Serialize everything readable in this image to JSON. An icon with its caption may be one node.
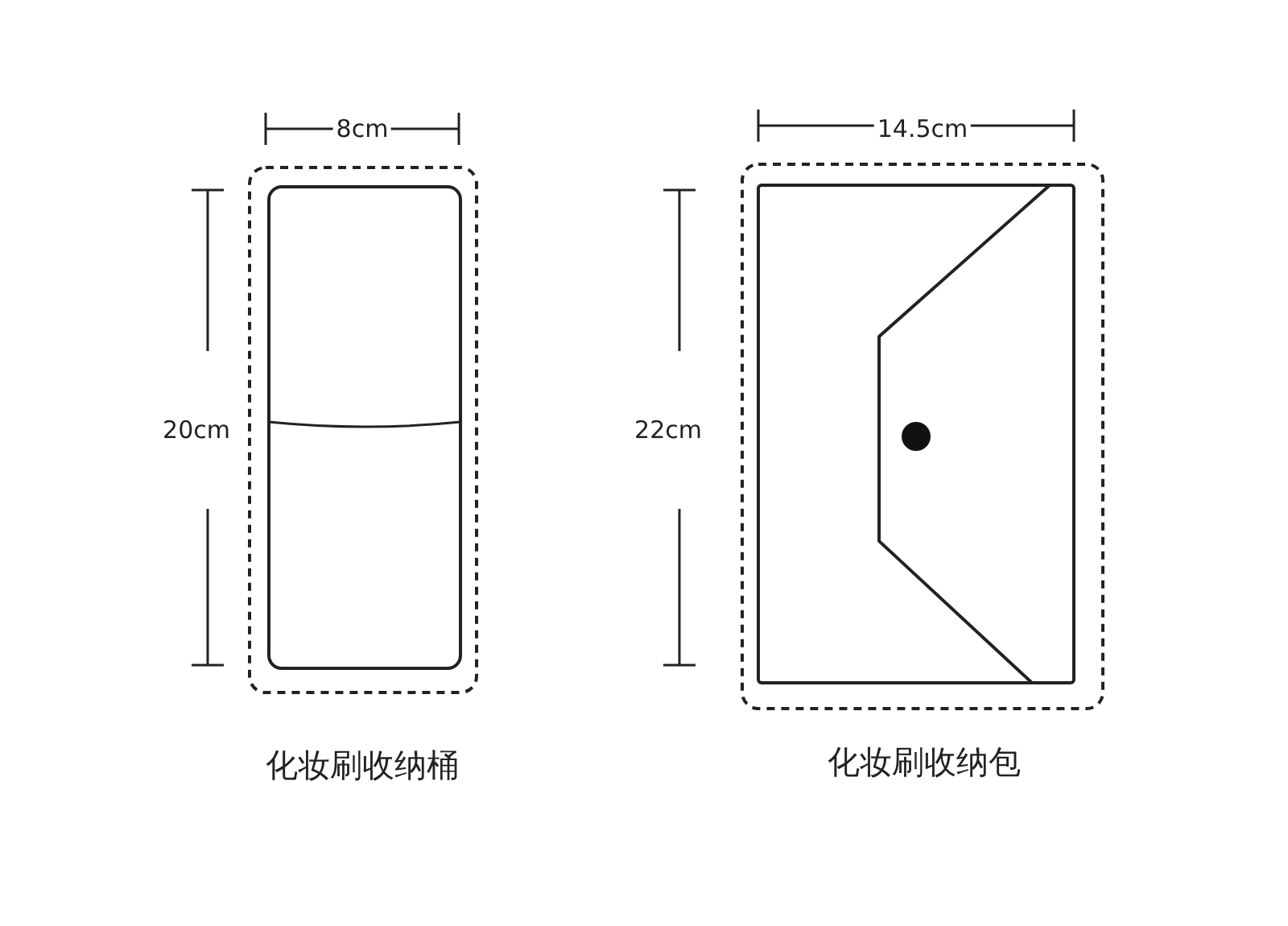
{
  "diagram": {
    "nodes": [
      {
        "text": [
          "化妆刷收纳桶"
        ]
      },
      {
        "text": [
          "化妆刷收纳包"
        ]
      }
    ],
    "edges": [],
    "labels": [
      "8cm",
      "14.5cm",
      "20cm",
      "22cm"
    ]
  }
}
